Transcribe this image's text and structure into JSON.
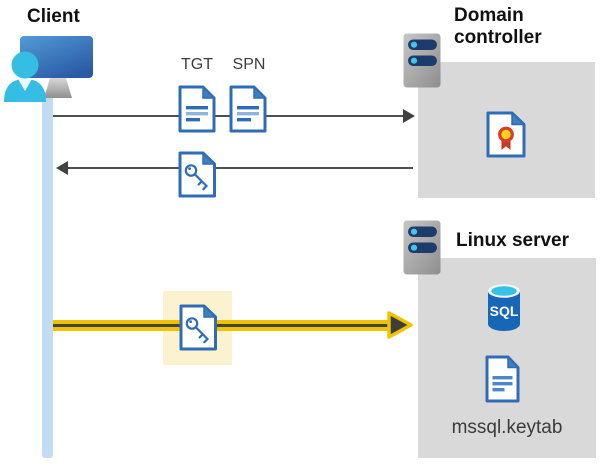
{
  "client": {
    "title": "Client"
  },
  "domain_controller": {
    "title": "Domain controller"
  },
  "linux_server": {
    "title": "Linux server",
    "sql_badge": "SQL",
    "keytab_label": "mssql.keytab"
  },
  "tickets": {
    "tgt": "TGT",
    "spn": "SPN"
  },
  "colors": {
    "doc_border_blue": "#2e6db5",
    "doc_fold_blue": "#3f7fc1",
    "doc_line_light_blue": "#8fb5dd",
    "panel_gray": "#d9d9d9",
    "arrow_gray": "#4f4f4f",
    "accent_yellow": "#f0c300",
    "highlight_cream": "#fbf3cf",
    "session_band_blue": "#c3dcf6",
    "server_bar_navy": "#1e3c6b",
    "server_dot_cyan": "#49c3e8",
    "person_cyan": "#35bde4",
    "monitor_blue": "#2a5aa5",
    "sql_cylinder_blue": "#1767b9",
    "sql_top_cyan": "#35c2e4",
    "certificate_red": "#d23b2d",
    "certificate_yellow": "#ffd21c"
  }
}
